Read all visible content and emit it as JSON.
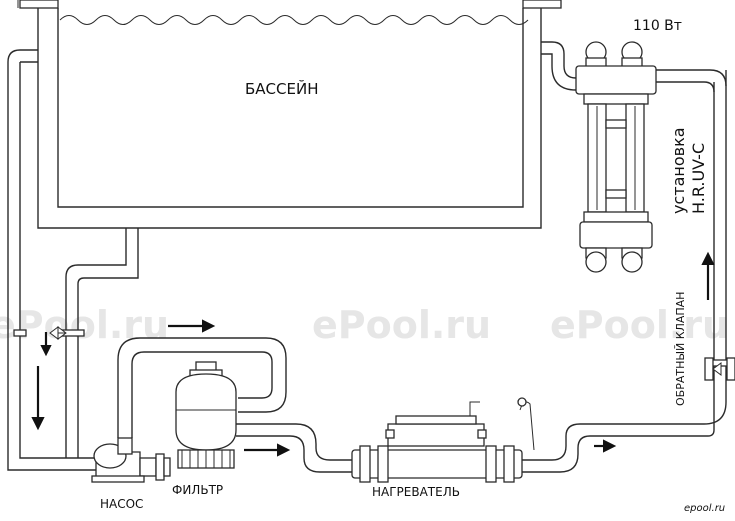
{
  "labels": {
    "pool": "БАССЕЙН",
    "power": "110 Вт",
    "uv_unit_line1": "установка",
    "uv_unit_line2": "H.R.UV-C",
    "check_valve": "ОБРАТНЫЙ КЛАПАН",
    "pump": "НАСОС",
    "filter": "ФИЛЬТР",
    "heater": "НАГРЕВАТЕЛЬ"
  },
  "watermarks": {
    "left": "ePool.ru",
    "center": "ePool.ru",
    "right": "ePool.ru",
    "corner": "epool.ru"
  }
}
